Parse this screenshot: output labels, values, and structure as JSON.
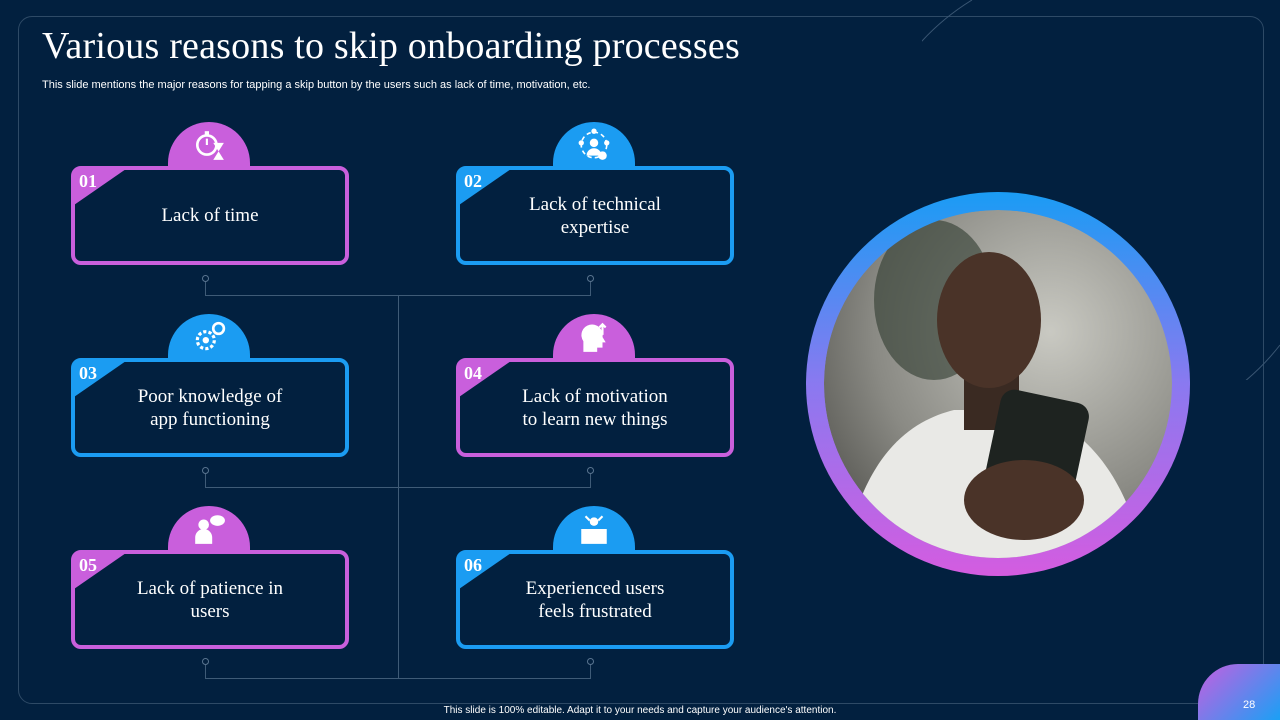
{
  "title": "Various reasons to skip onboarding processes",
  "subtitle": "This slide mentions the major reasons for tapping a skip button by the users such as lack of time, motivation, etc.",
  "items": [
    {
      "num": "01",
      "text": "Lack of time",
      "icon": "stopwatch-hourglass-icon",
      "color": "#c95fdc"
    },
    {
      "num": "02",
      "text": "Lack of technical\nexpertise",
      "icon": "user-gears-icon",
      "color": "#1b9cf2"
    },
    {
      "num": "03",
      "text": "Poor knowledge of\napp functioning",
      "icon": "gears-icon",
      "color": "#1b9cf2"
    },
    {
      "num": "04",
      "text": "Lack of motivation\nto learn new things",
      "icon": "head-brain-icon",
      "color": "#c95fdc"
    },
    {
      "num": "05",
      "text": "Lack of patience in\nusers",
      "icon": "user-chat-icon",
      "color": "#c95fdc"
    },
    {
      "num": "06",
      "text": "Experienced users\nfeels frustrated",
      "icon": "frustrated-user-desk-icon",
      "color": "#1b9cf2"
    }
  ],
  "footer": "This slide is 100% editable.  Adapt it to your needs and capture your audience's attention.",
  "page_number": "28"
}
